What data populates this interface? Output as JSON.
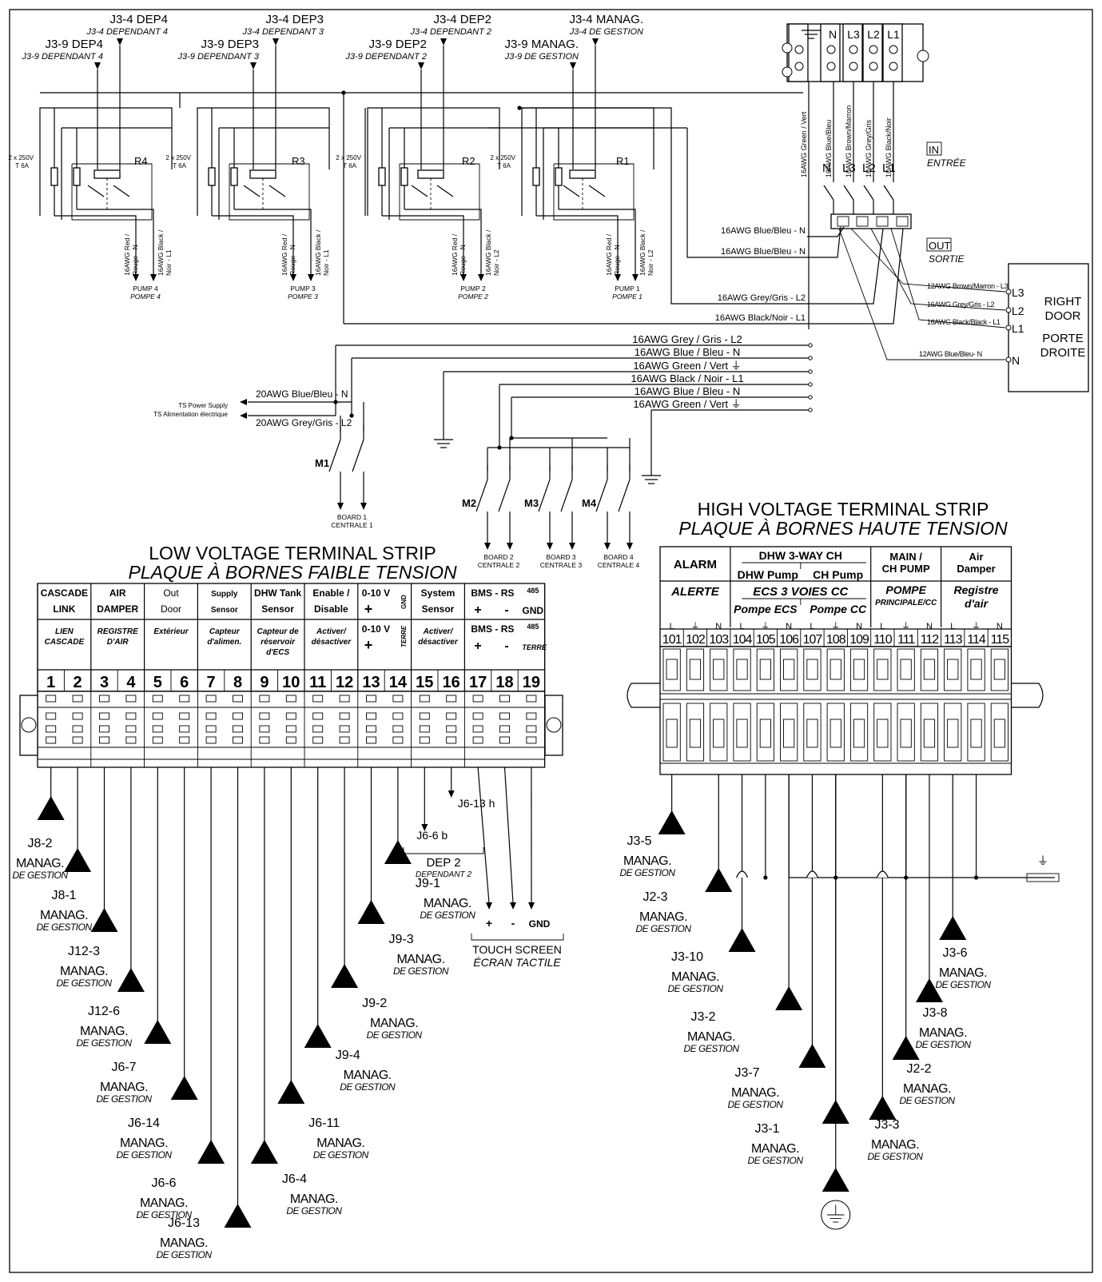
{
  "relay_units": [
    {
      "top_label": "J3-4 DEP4",
      "top_sub": "J3-4 DEPENDANT 4",
      "mid_label": "J3-9 DEP4",
      "mid_sub": "J3-9 DEPENDANT 4",
      "relay": "R4",
      "fuse": "2 x 250V",
      "fuse_sub": "T 6A",
      "wire_left": "16AWG Red /",
      "wire_left_2": "Rouge - N",
      "wire_right": "16AWG Black /",
      "wire_right_2": "Noir - L1",
      "pump": "PUMP 4",
      "pump_fr": "POMPE 4"
    },
    {
      "top_label": "J3-4 DEP3",
      "top_sub": "J3-4 DEPENDANT 3",
      "mid_label": "J3-9 DEP3",
      "mid_sub": "J3-9 DEPENDANT 3",
      "relay": "R3",
      "fuse": "2 x 250V",
      "fuse_sub": "T 6A",
      "wire_left": "16AWG Red /",
      "wire_left_2": "Rouge - N",
      "wire_right": "16AWG Black /",
      "wire_right_2": "Noir - L1",
      "pump": "PUMP 3",
      "pump_fr": "POMPE 3"
    },
    {
      "top_label": "J3-4 DEP2",
      "top_sub": "J3-4 DEPENDANT 2",
      "mid_label": "J3-9 DEP2",
      "mid_sub": "J3-9 DEPENDANT 2",
      "relay": "R2",
      "fuse": "2 x 250V",
      "fuse_sub": "T 6A",
      "wire_left": "16AWG Red /",
      "wire_left_2": "Rouge - N",
      "wire_right": "16AWG Black /",
      "wire_right_2": "Noir - L2",
      "pump": "PUMP 2",
      "pump_fr": "POMPE 2"
    },
    {
      "top_label": "J3-4 MANAG.",
      "top_sub": "J3-4 DE GESTION",
      "mid_label": "J3-9 MANAG.",
      "mid_sub": "J3-9 DE GESTION",
      "relay": "R1",
      "fuse": "2 x 250V",
      "fuse_sub": "T 6A",
      "wire_left": "16AWG Red /",
      "wire_left_2": "Rouge - N",
      "wire_right": "16AWG Black /",
      "wire_right_2": "Noir - L2",
      "pump": "PUMP 1",
      "pump_fr": "POMPE 1"
    }
  ],
  "power_in": {
    "terminals": [
      "N",
      "L3",
      "L2",
      "L1"
    ],
    "wires": [
      "16AWG Green / Vert",
      "10AWG  Blue/Bleu",
      "10AWG  Brown/Marron",
      "10AWG  Grey/Gris",
      "10AWG  Black/Noir"
    ],
    "letters": [
      "N",
      "L3",
      "L2",
      "L1"
    ],
    "in_label": "IN",
    "in_fr": "ENTRÉE",
    "out_label": "OUT",
    "out_fr": "SORTIE"
  },
  "feed_wires": {
    "blue_n_1": "16AWG Blue/Bleu - N",
    "blue_n_2": "16AWG Blue/Bleu - N",
    "grey_l2": "16AWG Grey/Gris - L2",
    "black_l1": "16AWG Black/Noir - L1"
  },
  "right_door": {
    "title_1": "RIGHT",
    "title_2": "DOOR",
    "title_3": "PORTE",
    "title_4": "DROITE",
    "terminals": [
      "L3",
      "L2",
      "L1",
      "N"
    ],
    "wires": [
      "12AWG Brown/Marron - L3",
      "16AWG Grey/Gris - L2",
      "16AWG Black/Black - L1",
      "12AWG Blue/Bleu- N"
    ]
  },
  "bus_wires": [
    "16AWG Grey / Gris - L2",
    "16AWG Blue / Bleu - N",
    "16AWG Green / Vert ⏚",
    "16AWG Black / Noir - L1",
    "16AWG Blue / Bleu - N",
    "16AWG Green / Vert ⏚"
  ],
  "ts_power": {
    "wire_1": "20AWG Blue/Bleu -  N",
    "wire_2": "20AWG Grey/Gris -  L2",
    "label": "TS Power Supply",
    "label_fr": "TS Alimentation électrique"
  },
  "boards": [
    {
      "switch": "M1",
      "name": "BOARD 1",
      "name_fr": "CENTRALE 1"
    },
    {
      "switch": "M2",
      "name": "BOARD 2",
      "name_fr": "CENTRALE 2"
    },
    {
      "switch": "M3",
      "name": "BOARD 3",
      "name_fr": "CENTRALE 3"
    },
    {
      "switch": "M4",
      "name": "BOARD 4",
      "name_fr": "CENTRALE 4"
    }
  ],
  "low_voltage": {
    "title": "LOW VOLTAGE TERMINAL STRIP",
    "title_fr": "PLAQUE À BORNES FAIBLE TENSION",
    "groups": [
      {
        "en": "CASCADE",
        "en2": "LINK",
        "fr": "LIEN",
        "fr2": "CASCADE"
      },
      {
        "en": "AIR",
        "en2": "DAMPER",
        "fr": "REGISTRE",
        "fr2": "D'AIR"
      },
      {
        "en": "Out",
        "en2": "Door",
        "fr": "Extérieur",
        "fr2": ""
      },
      {
        "en": "Supply",
        "en2": "Sensor",
        "fr": "Capteur",
        "fr2": "d'alimen."
      },
      {
        "en": "DHW Tank",
        "en2": "Sensor",
        "fr": "Capteur de",
        "fr2": "réservoir",
        "fr3": "d'ECS"
      },
      {
        "en": "Enable /",
        "en2": "Disable",
        "fr": "Activer/",
        "fr2": "désactiver"
      },
      {
        "en": "0-10 V",
        "en2": "+",
        "en3": "GND",
        "fr": "0-10 V",
        "fr2": "+",
        "fr3": "TERRE"
      },
      {
        "en": "System",
        "en2": "Sensor",
        "fr": "Activer/",
        "fr2": "désactiver"
      },
      {
        "en": "BMS - RS",
        "en_sup": "485",
        "en2": "+",
        "en3": "-",
        "en4": "GND",
        "fr": "BMS - RS",
        "fr_sup": "485",
        "fr2": "+",
        "fr3": "-",
        "fr4": "TERRE"
      }
    ],
    "numbers": [
      "1",
      "2",
      "3",
      "4",
      "5",
      "6",
      "7",
      "8",
      "9",
      "10",
      "11",
      "12",
      "13",
      "14",
      "15",
      "16",
      "17",
      "18",
      "19"
    ],
    "connections": [
      {
        "code": "J8-2",
        "l1": "MANAG.",
        "l2": "DE GESTION"
      },
      {
        "code": "J8-1",
        "l1": "MANAG.",
        "l2": "DE GESTION"
      },
      {
        "code": "J12-3",
        "l1": "MANAG.",
        "l2": "DE GESTION"
      },
      {
        "code": "J12-6",
        "l1": "MANAG.",
        "l2": "DE GESTION"
      },
      {
        "code": "J6-7",
        "l1": "MANAG.",
        "l2": "DE GESTION"
      },
      {
        "code": "J6-14",
        "l1": "MANAG.",
        "l2": "DE GESTION"
      },
      {
        "code": "J6-6",
        "l1": "MANAG.",
        "l2": "DE GESTION"
      },
      {
        "code": "J6-13",
        "l1": "MANAG.",
        "l2": "DE GESTION"
      },
      {
        "code": "J6-4",
        "l1": "MANAG.",
        "l2": "DE GESTION"
      },
      {
        "code": "J6-11",
        "l1": "MANAG.",
        "l2": "DE GESTION"
      },
      {
        "code": "J9-4",
        "l1": "MANAG.",
        "l2": "DE GESTION"
      },
      {
        "code": "J9-2",
        "l1": "MANAG.",
        "l2": "DE GESTION"
      },
      {
        "code": "J9-3",
        "l1": "MANAG.",
        "l2": "DE GESTION"
      },
      {
        "code": "J9-1",
        "l1": "MANAG.",
        "l2": "DE GESTION"
      }
    ],
    "dep2": {
      "h": "J6-13 h",
      "b": "J6-6 b",
      "name": "DEP 2",
      "name_fr": "DEPENDANT 2"
    },
    "touch": {
      "plus": "+",
      "minus": "-",
      "gnd": "GND",
      "name": "TOUCH SCREEN",
      "name_fr": "ÉCRAN TACTILE"
    }
  },
  "high_voltage": {
    "title": "HIGH VOLTAGE TERMINAL STRIP",
    "title_fr": "PLAQUE À BORNES HAUTE TENSION",
    "alarm": "ALARM",
    "alarm_fr": "ALERTE",
    "dhw": "DHW 3-WAY CH",
    "dhw_pump": "DHW Pump",
    "ch_pump": "CH Pump",
    "ecs": "ECS 3 VOIES CC",
    "pompe_ecs": "Pompe ECS",
    "pompe_cc": "Pompe CC",
    "main": "MAIN /",
    "main2": "CH PUMP",
    "main_fr": "POMPE",
    "main_fr2": "PRINCIPALE/CC",
    "air": "Air",
    "air2": "Damper",
    "air_fr": "Registre",
    "air_fr2": "d'air",
    "pin_letters": [
      "L",
      "⏚",
      "N",
      "L",
      "⏚",
      "N",
      "L",
      "⏚",
      "N",
      "L",
      "⏚",
      "N",
      "L",
      "⏚",
      "N"
    ],
    "numbers": [
      "101",
      "102",
      "103",
      "104",
      "105",
      "106",
      "107",
      "108",
      "109",
      "110",
      "111",
      "112",
      "113",
      "114",
      "115"
    ],
    "connections": [
      {
        "code": "J3-5",
        "l1": "MANAG.",
        "l2": "DE GESTION"
      },
      {
        "code": "J2-3",
        "l1": "MANAG.",
        "l2": "DE GESTION"
      },
      {
        "code": "J3-10",
        "l1": "MANAG.",
        "l2": "DE GESTION"
      },
      {
        "code": "J3-2",
        "l1": "MANAG.",
        "l2": "DE GESTION"
      },
      {
        "code": "J3-7",
        "l1": "MANAG.",
        "l2": "DE GESTION"
      },
      {
        "code": "J3-1",
        "l1": "MANAG.",
        "l2": "DE GESTION"
      },
      {
        "code": "J3-3",
        "l1": "MANAG.",
        "l2": "DE GESTION"
      },
      {
        "code": "J2-2",
        "l1": "MANAG.",
        "l2": "DE GESTION"
      },
      {
        "code": "J3-8",
        "l1": "MANAG.",
        "l2": "DE GESTION"
      },
      {
        "code": "J3-6",
        "l1": "MANAG.",
        "l2": "DE GESTION"
      }
    ],
    "ground_symbol": "⏚"
  }
}
